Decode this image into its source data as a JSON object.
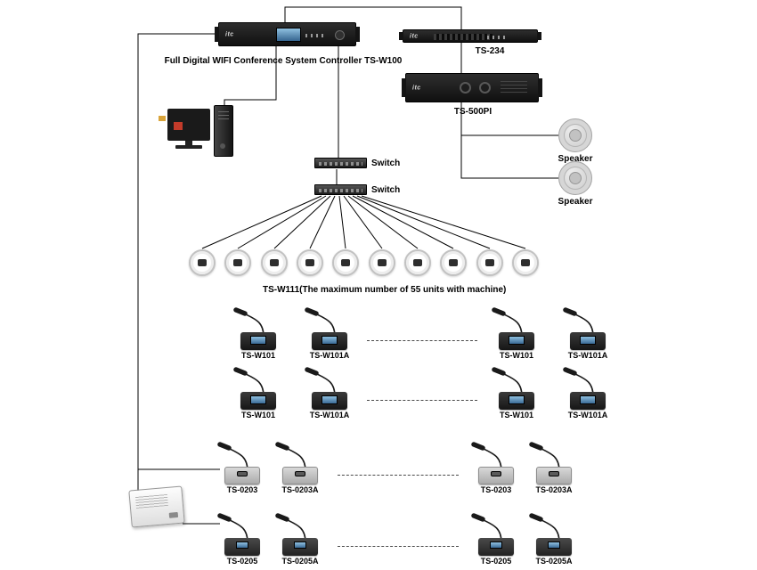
{
  "brand": "itc",
  "controller": {
    "label": "Full Digital WIFI Conference System Controller TS-W100"
  },
  "ts234": {
    "label": "TS-234"
  },
  "ts500pi": {
    "label": "TS-500PI"
  },
  "speakers": [
    {
      "label": "Speaker"
    },
    {
      "label": "Speaker"
    }
  ],
  "switches": [
    {
      "label": "Switch"
    },
    {
      "label": "Switch"
    }
  ],
  "ceiling": {
    "label": "TS-W111(The maximum number of 55 units with machine)",
    "count": 10
  },
  "mic_rows": [
    {
      "type": "TS-W101",
      "mics": [
        "TS-W101",
        "TS-W101A",
        "TS-W101",
        "TS-W101A"
      ]
    },
    {
      "type": "TS-W101",
      "mics": [
        "TS-W101",
        "TS-W101A",
        "TS-W101",
        "TS-W101A"
      ]
    },
    {
      "type": "TS-0203",
      "mics": [
        "TS-0203",
        "TS-0203A",
        "TS-0203",
        "TS-0203A"
      ]
    },
    {
      "type": "TS-0205",
      "mics": [
        "TS-0205",
        "TS-0205A",
        "TS-0205",
        "TS-0205A"
      ]
    }
  ],
  "colors": {
    "line": "#000000",
    "screen_blue": "#4a7fae",
    "device_black": "#1b1b1b"
  }
}
